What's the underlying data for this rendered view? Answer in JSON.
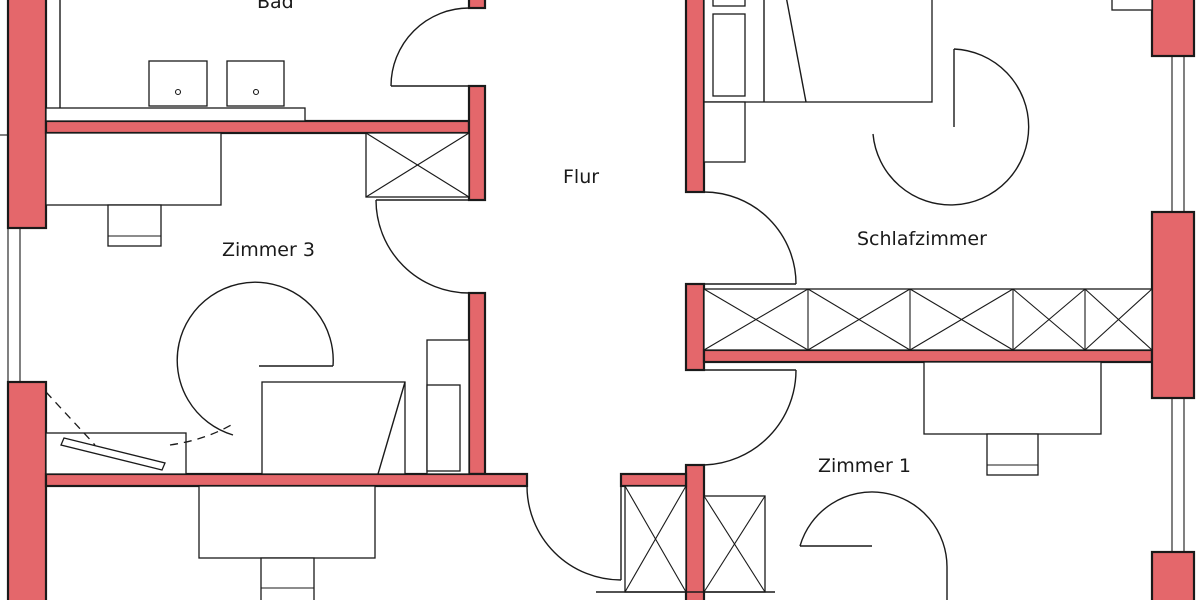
{
  "rooms": {
    "bad": "Bad",
    "flur": "Flur",
    "zimmer3": "Zimmer 3",
    "schlafzimmer": "Schlafzimmer",
    "zimmer1": "Zimmer 1"
  },
  "colors": {
    "wall_fill": "#e4676b",
    "line": "#1a1a1a",
    "background": "#ffffff"
  }
}
